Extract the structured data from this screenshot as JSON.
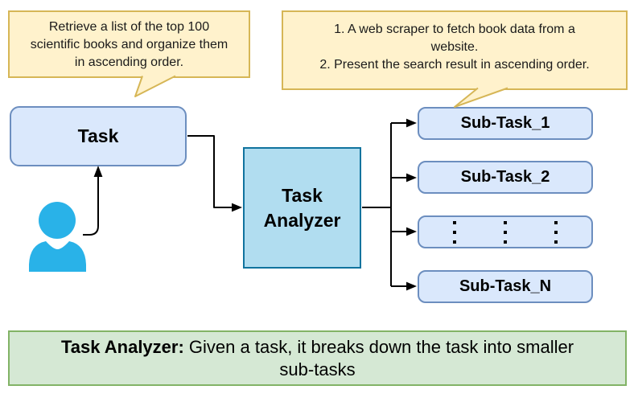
{
  "callout_left": {
    "lines": [
      "Retrieve a list of the top 100",
      "scientific books and organize them",
      "in ascending order."
    ]
  },
  "callout_right": {
    "lines": [
      "1. A web scraper to fetch book data from a",
      "website.",
      "2. Present the search result in ascending order."
    ]
  },
  "nodes": {
    "task": "Task",
    "analyzer": "Task Analyzer",
    "subtask_1": "Sub-Task_1",
    "subtask_2": "Sub-Task_2",
    "subtask_ellipsis": "⋮ ⋮ ⋮",
    "subtask_n": "Sub-Task_N"
  },
  "legend": {
    "title": "Task Analyzer:",
    "body": "Given a task, it breaks down the task into smaller sub-tasks"
  },
  "icons": {
    "user": "user-icon"
  },
  "colors": {
    "yellow_fill": "#FFF2CC",
    "yellow_border": "#D6B656",
    "blue_fill": "#DAE8FC",
    "blue_border": "#6C8EBF",
    "analyzer_fill": "#B1DDF0",
    "analyzer_border": "#10739E",
    "green_fill": "#D5E8D4",
    "green_border": "#82B366",
    "person": "#29B2E8"
  }
}
